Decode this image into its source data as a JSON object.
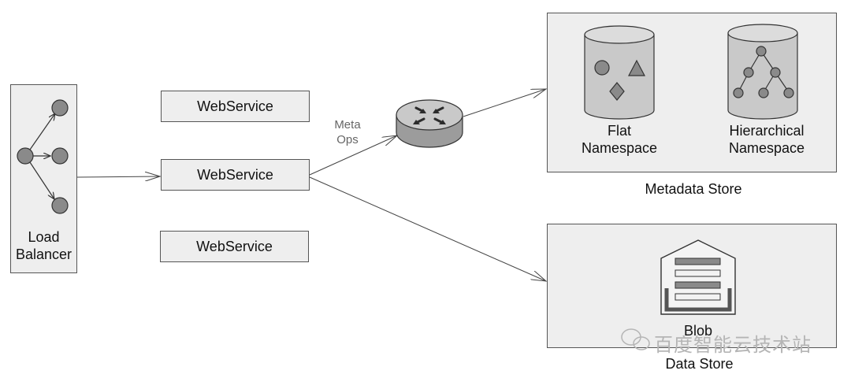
{
  "load_balancer": {
    "label_line1": "Load",
    "label_line2": "Balancer"
  },
  "web_services": [
    "WebService",
    "WebService",
    "WebService"
  ],
  "router": {
    "label_line1": "Meta",
    "label_line2": "Ops"
  },
  "metadata_store": {
    "title": "Metadata Store",
    "flat": {
      "line1": "Flat",
      "line2": "Namespace"
    },
    "hierarchical": {
      "line1": "Hierarchical",
      "line2": "Namespace"
    }
  },
  "data_store": {
    "title": "Data Store",
    "blob_label": "Blob"
  },
  "watermark": "百度智能云技术站",
  "colors": {
    "node_fill": "#8a8a8a",
    "panel_fill": "#eeeeee",
    "stroke": "#444444"
  }
}
